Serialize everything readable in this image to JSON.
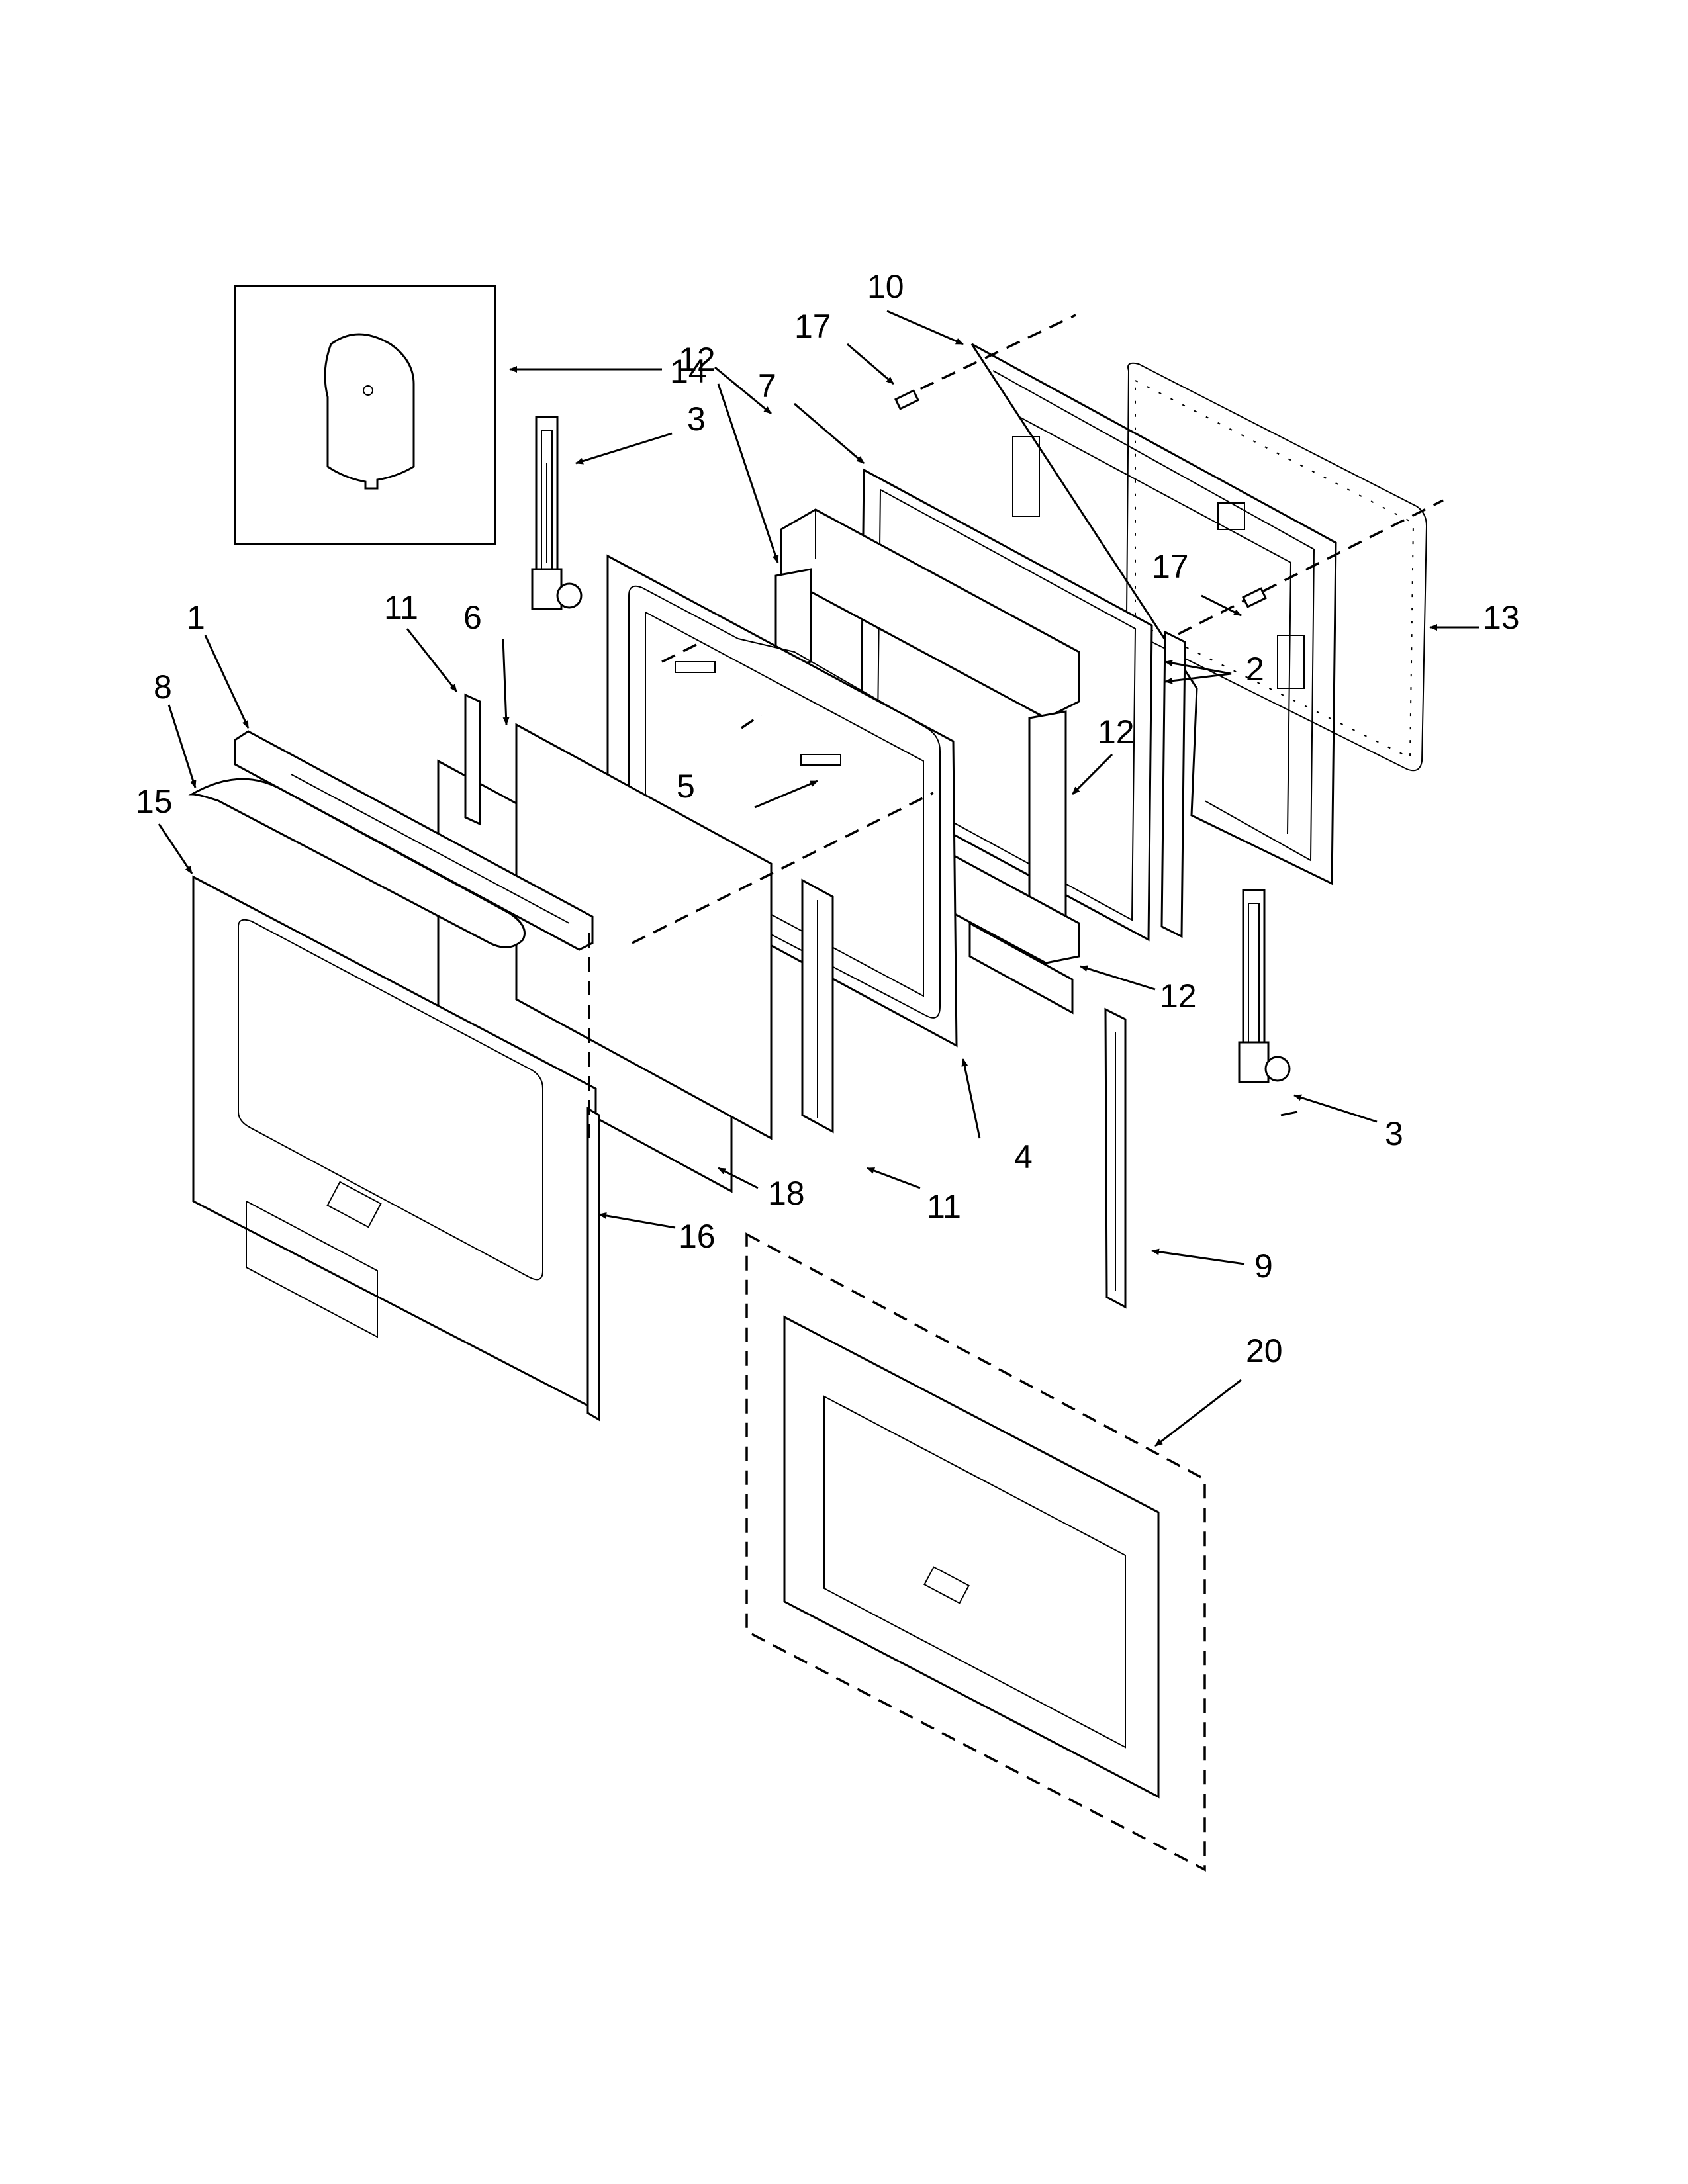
{
  "callouts": {
    "c1": "1",
    "c2": "2",
    "c3a": "3",
    "c3b": "3",
    "c4": "4",
    "c5": "5",
    "c6": "6",
    "c7": "7",
    "c8": "8",
    "c9": "9",
    "c10": "10",
    "c11a": "11",
    "c11b": "11",
    "c12a": "12",
    "c12b": "12",
    "c12c": "12",
    "c13": "13",
    "c14": "14",
    "c15": "15",
    "c16": "16",
    "c17a": "17",
    "c17b": "17",
    "c18": "18",
    "c20": "20"
  },
  "colors": {
    "line": "#000000",
    "background": "#ffffff"
  }
}
